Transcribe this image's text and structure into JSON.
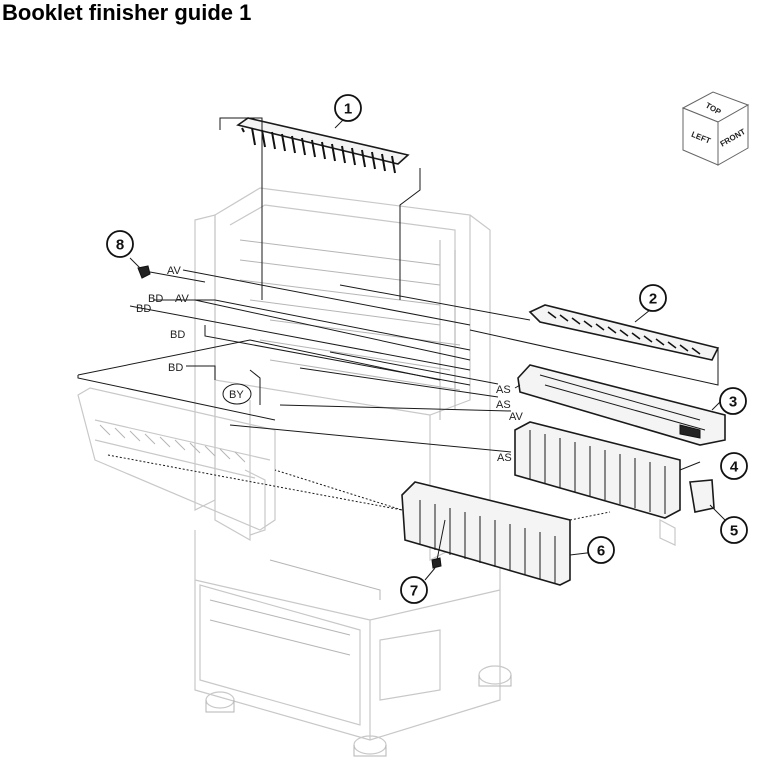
{
  "title": "Booklet finisher guide 1",
  "callouts": [
    "1",
    "2",
    "3",
    "4",
    "5",
    "6",
    "7",
    "8"
  ],
  "reference_labels": {
    "av1": "AV",
    "bd1": "BD",
    "av2": "AV",
    "bd2": "BD",
    "bd3": "BD",
    "bd4": "BD",
    "by": "BY",
    "as1": "AS",
    "as2": "AS",
    "av3": "AV",
    "as3": "AS"
  },
  "orientation_cube": {
    "top": "TOP",
    "left": "LEFT",
    "front": "FRONT"
  },
  "colors": {
    "line": "#1a1a1a",
    "ghost": "#c8c8c8",
    "background": "#ffffff"
  }
}
